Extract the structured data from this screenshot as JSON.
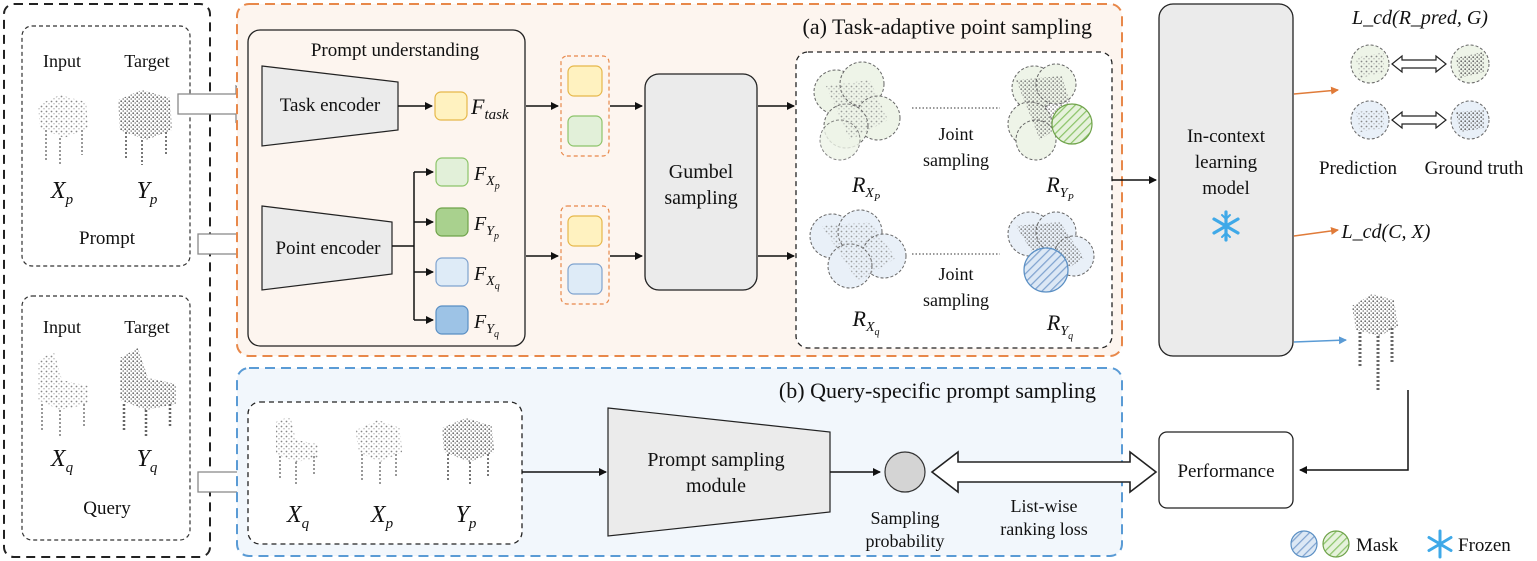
{
  "left_panel": {
    "prompt_box": {
      "input_label": "Input",
      "target_label": "Target",
      "x_label": "X",
      "x_sub": "p",
      "y_label": "Y",
      "y_sub": "p",
      "caption": "Prompt"
    },
    "query_box": {
      "input_label": "Input",
      "target_label": "Target",
      "x_label": "X",
      "x_sub": "q",
      "y_label": "Y",
      "y_sub": "q",
      "caption": "Query"
    }
  },
  "panel_a": {
    "title": "(a) Task-adaptive point sampling",
    "prompt_understanding": "Prompt understanding",
    "task_encoder": "Task encoder",
    "point_encoder": "Point encoder",
    "f_task": {
      "base": "F",
      "sub": "task"
    },
    "f_features": [
      {
        "base": "F",
        "sub": "X",
        "subsub": "p"
      },
      {
        "base": "F",
        "sub": "Y",
        "subsub": "p"
      },
      {
        "base": "F",
        "sub": "X",
        "subsub": "q"
      },
      {
        "base": "F",
        "sub": "Y",
        "subsub": "q"
      }
    ],
    "gumbel": [
      "Gumbel",
      "sampling"
    ],
    "joint_sampling": [
      "Joint",
      "sampling"
    ],
    "regions": [
      {
        "base": "R",
        "sub": "X",
        "subsub": "P"
      },
      {
        "base": "R",
        "sub": "Y",
        "subsub": "P"
      },
      {
        "base": "R",
        "sub": "X",
        "subsub": "q"
      },
      {
        "base": "R",
        "sub": "Y",
        "subsub": "q"
      }
    ]
  },
  "panel_b": {
    "title": "(b) Query-specific prompt sampling",
    "samples": [
      {
        "base": "X",
        "sub": "q"
      },
      {
        "base": "X",
        "sub": "p"
      },
      {
        "base": "Y",
        "sub": "p"
      }
    ],
    "module": [
      "Prompt sampling",
      "module"
    ],
    "sampling_probability": [
      "Sampling",
      "probability"
    ],
    "ranking_loss": [
      "List-wise",
      "ranking loss"
    ]
  },
  "model": {
    "lines": [
      "In-context",
      "learning",
      "model"
    ]
  },
  "outputs": {
    "loss_pred": "L_cd(R_pred, G)",
    "loss_cx": "L_cd(C, X)",
    "prediction": "Prediction",
    "ground_truth": "Ground truth",
    "performance": "Performance"
  },
  "legend": {
    "mask": "Mask",
    "frozen": "Frozen"
  },
  "colors": {
    "orange_dash": "#E8884A",
    "blue_dash": "#5A9BD5",
    "panel_a_fill": "#FDF5EF",
    "panel_b_fill": "#F2F7FC",
    "yellow": "#FFF2C0",
    "light_green": "#E2F0D9",
    "green": "#A9D18E",
    "light_blue": "#DEEBF7",
    "blue": "#9DC3E6",
    "gray_box": "#EBEBEB",
    "snowflake": "#3FA9E8"
  }
}
